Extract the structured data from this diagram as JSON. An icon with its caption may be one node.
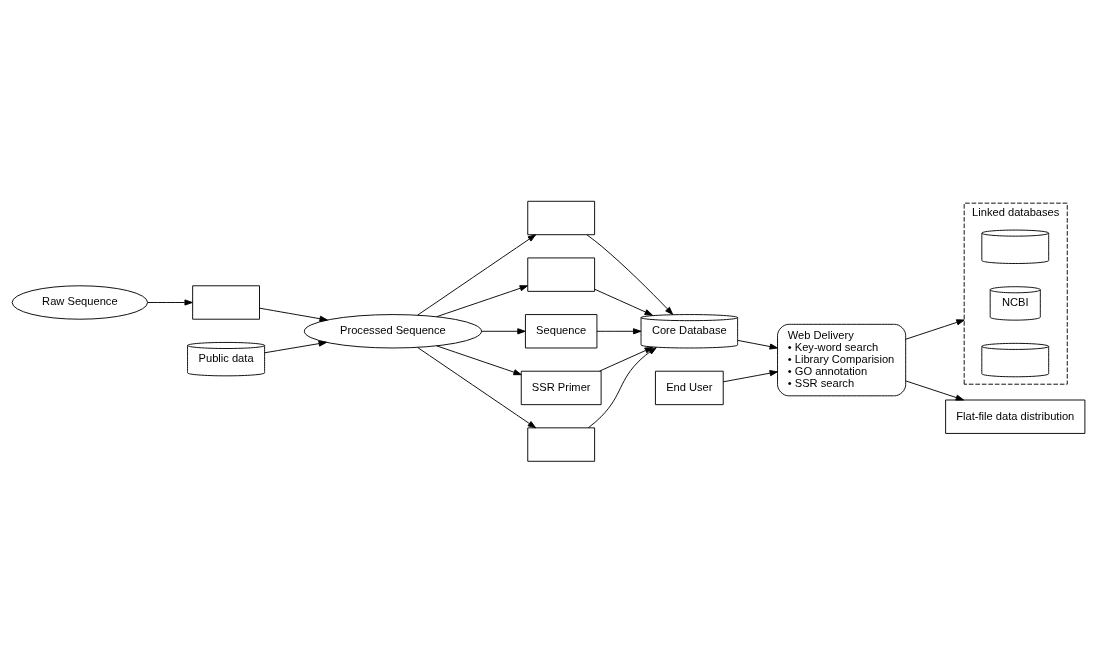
{
  "diagram": {
    "nodes": [
      {
        "text": [
          "Raw Sequence"
        ]
      },
      {
        "text": [],
        "shape": "box"
      },
      {
        "text": [
          "Processed Sequence"
        ]
      },
      {
        "text": [
          "Public data"
        ]
      },
      {
        "text": [],
        "shape": "box"
      },
      {
        "text": [],
        "shape": "box"
      },
      {
        "text": [
          "Sequence"
        ]
      },
      {
        "text": [
          "SSR Primer"
        ]
      },
      {
        "text": [],
        "shape": "box"
      },
      {
        "text": [
          "Core Database"
        ]
      },
      {
        "text": [
          "Web Delivery",
          "• Key-word search",
          "• Library Comparision",
          "• GO annotation",
          "• SSR search"
        ]
      },
      {
        "text": [
          "End User"
        ]
      },
      {
        "text": [
          "Linked databases"
        ]
      },
      {
        "text": [],
        "shape": "cylinder",
        "in": 12
      },
      {
        "text": [
          "NCBI"
        ],
        "in": 12
      },
      {
        "text": [],
        "shape": "cylinder",
        "in": 12
      },
      {
        "text": [
          "Flat-file data distribution"
        ]
      }
    ],
    "edges": [
      {
        "from": 0,
        "to": 1,
        "arrow": "to"
      },
      {
        "from": 1,
        "to": 2,
        "arrow": "to"
      },
      {
        "from": 3,
        "to": 2,
        "arrow": "to"
      },
      {
        "from": 2,
        "to": 4,
        "arrow": "to"
      },
      {
        "from": 2,
        "to": 5,
        "arrow": "to"
      },
      {
        "from": 2,
        "to": 6,
        "arrow": "to"
      },
      {
        "from": 2,
        "to": 7,
        "arrow": "to"
      },
      {
        "from": 2,
        "to": 8,
        "arrow": "to"
      },
      {
        "from": 4,
        "to": 9,
        "arrow": "to"
      },
      {
        "from": 5,
        "to": 9,
        "arrow": "to"
      },
      {
        "from": 6,
        "to": 9,
        "arrow": "to"
      },
      {
        "from": 7,
        "to": 9,
        "arrow": "to"
      },
      {
        "from": 8,
        "to": 9,
        "arrow": "to"
      },
      {
        "from": 9,
        "to": 10,
        "arrow": "to"
      },
      {
        "from": 11,
        "to": 10,
        "arrow": "to"
      },
      {
        "from": 10,
        "to": 12,
        "arrow": "to"
      },
      {
        "from": 10,
        "to": 16,
        "arrow": "to"
      }
    ]
  }
}
